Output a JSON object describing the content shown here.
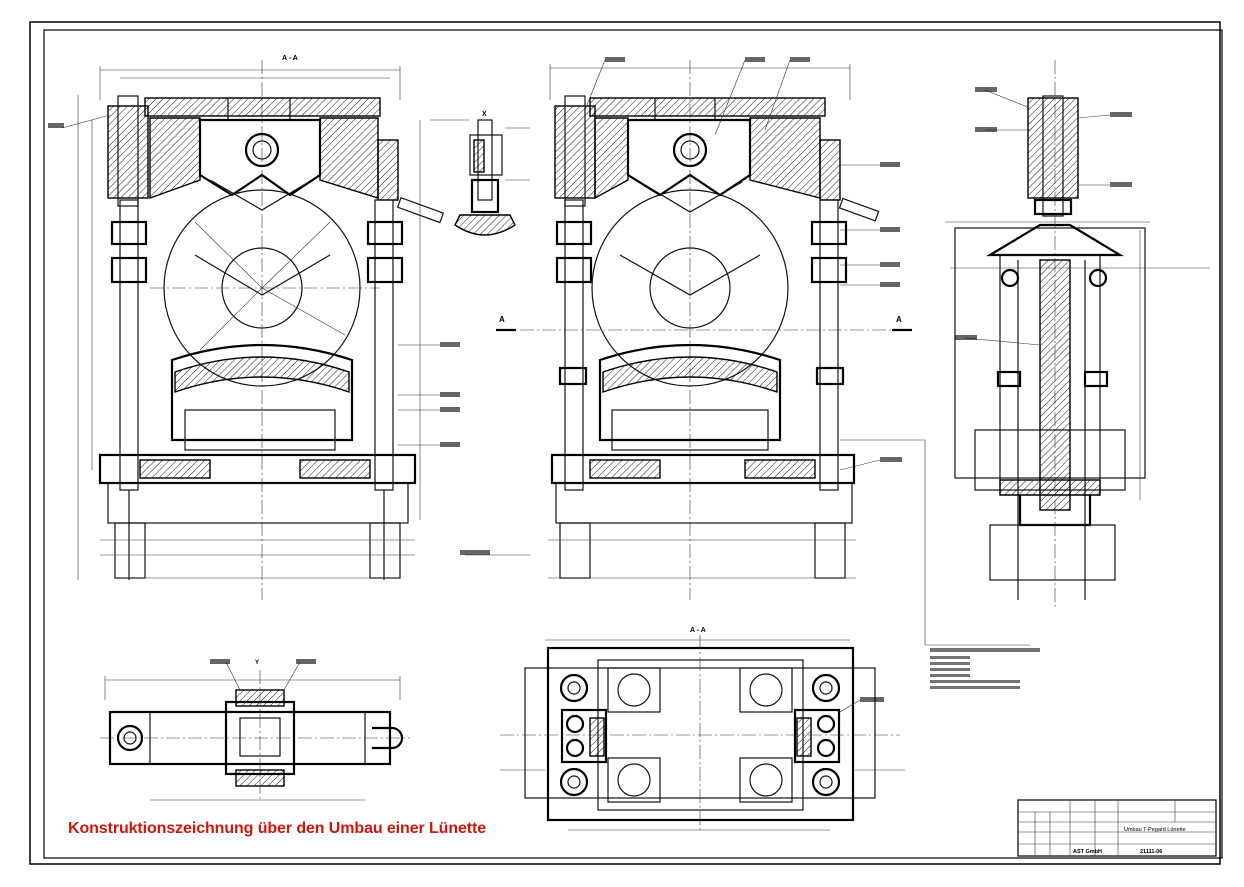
{
  "caption": "Konstruktionszeichnung über den Umbau einer Lünette",
  "section_labels": {
    "front_section": "A - A",
    "bottom_section": "A - A",
    "detail_x": "X",
    "detail_y": "Y",
    "cut_mark": "A"
  },
  "title_block": {
    "company": "AST GmbH",
    "drawing_title": "Umbau T-Pegard Lünette",
    "drawing_number": "21111-06"
  },
  "colors": {
    "caption": "#d0160b",
    "line": "#111111",
    "frame": "#000000"
  }
}
